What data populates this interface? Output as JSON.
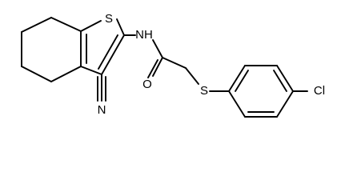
{
  "molecule": {
    "atoms": {
      "sulfur_ring": "S",
      "nitrogen_amide": "NH",
      "nitrogen_nitrile": "N",
      "oxygen_carbonyl": "O",
      "sulfur_thioether": "S",
      "chlorine": "Cl"
    },
    "colors": {
      "bond": "#000000",
      "label": "#000000",
      "background": "#ffffff"
    }
  }
}
